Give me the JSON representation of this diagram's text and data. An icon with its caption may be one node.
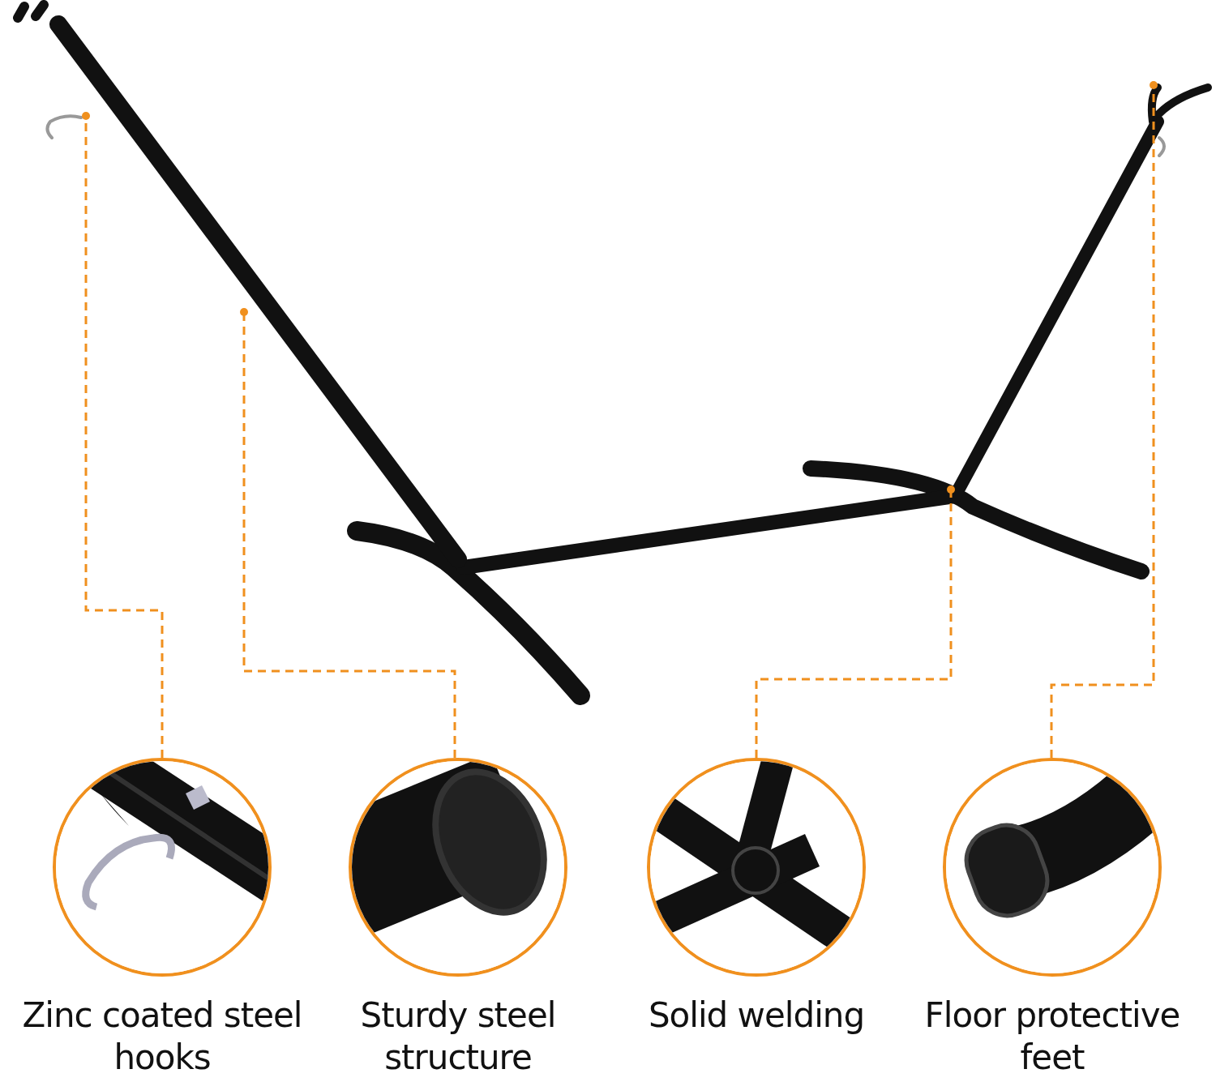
{
  "diagram": {
    "nodes": [
      {
        "text": [
          "Zinc coated steel hooks"
        ]
      },
      {
        "text": [
          "Sturdy steel structure"
        ]
      },
      {
        "text": [
          "Solid welding"
        ]
      },
      {
        "text": [
          "Floor protective feet"
        ]
      }
    ],
    "edges": [
      {
        "from": 0,
        "to": null,
        "arrow": "other",
        "style": "dashed"
      },
      {
        "from": 1,
        "to": null,
        "arrow": "other",
        "style": "dashed"
      },
      {
        "from": 2,
        "to": null,
        "arrow": "other",
        "style": "dashed"
      },
      {
        "from": 3,
        "to": null,
        "arrow": "other",
        "style": "dashed"
      }
    ]
  }
}
